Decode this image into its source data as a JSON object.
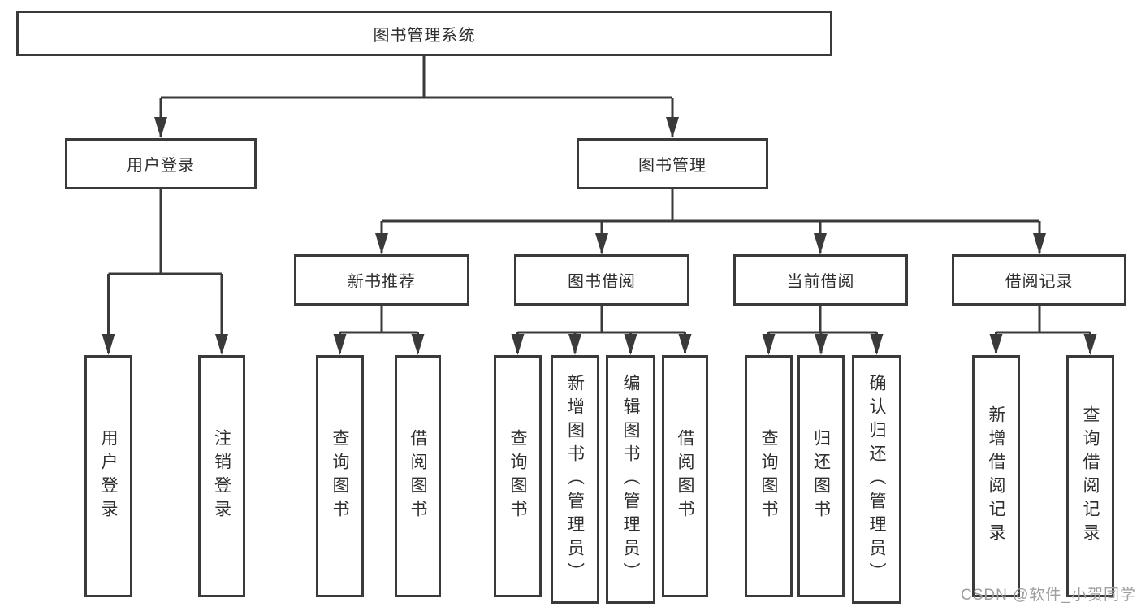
{
  "tree": {
    "label": "图书管理系统",
    "children": [
      {
        "label": "用户登录",
        "children": [
          {
            "label": "用户登录"
          },
          {
            "label": "注销登录"
          }
        ]
      },
      {
        "label": "图书管理",
        "children": [
          {
            "label": "新书推荐",
            "children": [
              {
                "label": "查询图书"
              },
              {
                "label": "借阅图书"
              }
            ]
          },
          {
            "label": "图书借阅",
            "children": [
              {
                "label": "查询图书"
              },
              {
                "label": "新增图书（管理员）"
              },
              {
                "label": "编辑图书（管理员）"
              },
              {
                "label": "借阅图书"
              }
            ]
          },
          {
            "label": "当前借阅",
            "children": [
              {
                "label": "查询图书"
              },
              {
                "label": "归还图书"
              },
              {
                "label": "确认归还（管理员）"
              }
            ]
          },
          {
            "label": "借阅记录",
            "children": [
              {
                "label": "新增借阅记录"
              },
              {
                "label": "查询借阅记录"
              }
            ]
          }
        ]
      }
    ]
  },
  "watermark": {
    "text": "CSDN @软件_小贺同学"
  },
  "colors": {
    "line": "#3a3a3a",
    "text": "#2f2f2f",
    "watermark": "#9e9e9e",
    "bg": "#ffffff"
  }
}
